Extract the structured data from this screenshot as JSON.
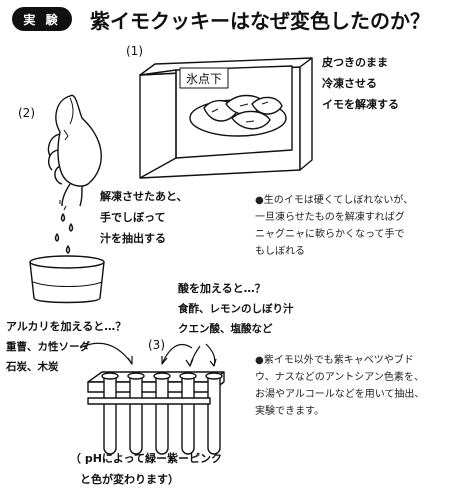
{
  "header": {
    "badge": "実 験",
    "title": "紫イモクッキーはなぜ変色したのか？"
  },
  "step1": {
    "num": "(1)",
    "freezer_label": "氷点下",
    "caption": [
      "皮つきのまま",
      "冷凍させる",
      "イモを解凍する"
    ]
  },
  "step2": {
    "num": "(2)",
    "caption": [
      "解凍させたあと、",
      "手でしぼって",
      "汁を抽出する"
    ]
  },
  "note1": [
    "●生のイモは硬くてしぼれないが、",
    "一旦凍らせたものを解凍すればグ",
    "ニャグニャに軟らかくなって手で",
    "もしぼれる"
  ],
  "acid": {
    "heading": "酸を加えると…？",
    "lines": [
      "食酢、レモンのしぼり汁",
      "クエン酸、塩酸など"
    ]
  },
  "alkali": {
    "heading": "アルカリを加えると…？",
    "lines": [
      "重曹、カ性ソーダ",
      "石炭、木炭"
    ]
  },
  "step3": {
    "num": "(3)",
    "caption": [
      "（ pHによって緑ー紫ーピンク",
      "と色が変わります）"
    ]
  },
  "note2": [
    "●紫イモ以外でも紫キャベツやブド",
    "ウ、ナスなどのアントシアン色素を、",
    "お湯やアルコールなどを用いて抽出、",
    "実験できます。"
  ]
}
